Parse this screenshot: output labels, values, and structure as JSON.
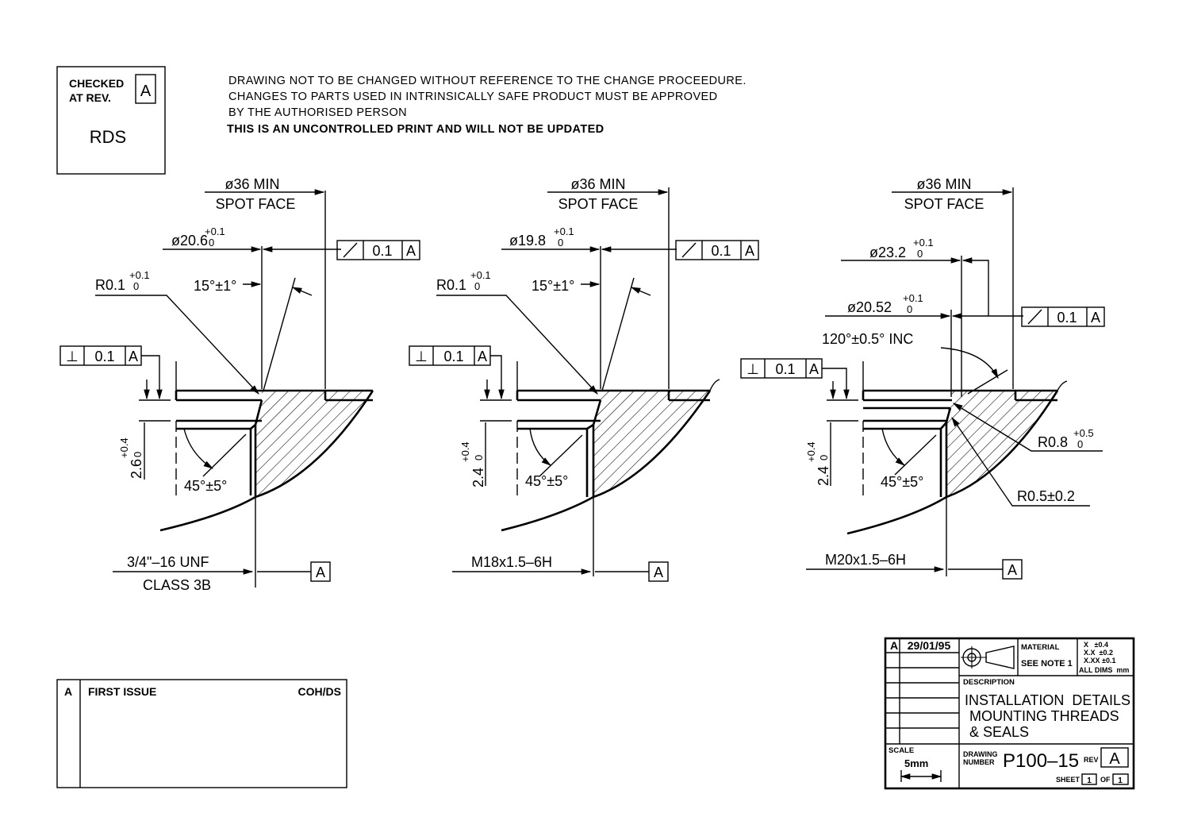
{
  "notes": {
    "line1": "DRAWING NOT TO BE CHANGED WITHOUT REFERENCE TO THE CHANGE PROCEEDURE.",
    "line2": "CHANGES TO PARTS USED IN INTRINSICALLY SAFE PRODUCT MUST BE APPROVED",
    "line3": "BY THE AUTHORISED PERSON",
    "line4": "THIS IS AN UNCONTROLLED PRINT AND WILL NOT BE UPDATED"
  },
  "checked_box": {
    "label_line1": "CHECKED",
    "label_line2": "AT REV.",
    "rev": "A",
    "initials": "RDS"
  },
  "details": [
    {
      "spot_face_dia": "ø36 MIN",
      "spot_face_label": "SPOT FACE",
      "bore_dia": "ø20.6",
      "bore_tol_upper": "+0.1",
      "bore_tol_lower": "0",
      "runout_symbol": "⁄",
      "runout_value": "0.1",
      "runout_datum": "A",
      "radius": "R0.1",
      "radius_tol_upper": "+0.1",
      "radius_tol_lower": "0",
      "angle": "15°±1°",
      "perp_symbol": "⊥",
      "perp_value": "0.1",
      "perp_datum": "A",
      "depth": "2.6",
      "depth_tol_upper": "+0.4",
      "depth_tol_lower": "0",
      "chamfer": "45°±5°",
      "thread_line1": "3/4\"–16 UNF",
      "thread_line2": "CLASS 3B",
      "datum": "A"
    },
    {
      "spot_face_dia": "ø36 MIN",
      "spot_face_label": "SPOT FACE",
      "bore_dia": "ø19.8",
      "bore_tol_upper": "+0.1",
      "bore_tol_lower": "0",
      "runout_symbol": "⁄",
      "runout_value": "0.1",
      "runout_datum": "A",
      "radius": "R0.1",
      "radius_tol_upper": "+0.1",
      "radius_tol_lower": "0",
      "angle": "15°±1°",
      "perp_symbol": "⊥",
      "perp_value": "0.1",
      "perp_datum": "A",
      "depth": "2.4",
      "depth_tol_upper": "+0.4",
      "depth_tol_lower": "0",
      "chamfer": "45°±5°",
      "thread_line1": "M18x1.5–6H",
      "datum": "A"
    },
    {
      "spot_face_dia": "ø36 MIN",
      "spot_face_label": "SPOT FACE",
      "outer_dia": "ø23.2",
      "outer_tol_upper": "+0.1",
      "outer_tol_lower": "0",
      "bore_dia": "ø20.52",
      "bore_tol_upper": "+0.1",
      "bore_tol_lower": "0",
      "runout_symbol": "⁄",
      "runout_value": "0.1",
      "runout_datum": "A",
      "included_angle": "120°±0.5° INC",
      "perp_symbol": "⊥",
      "perp_value": "0.1",
      "perp_datum": "A",
      "depth": "2.4",
      "depth_tol_upper": "+0.4",
      "depth_tol_lower": "0",
      "chamfer": "45°±5°",
      "radius_large": "R0.8",
      "radius_large_tol_upper": "+0.5",
      "radius_large_tol_lower": "0",
      "radius_small": "R0.5±0.2",
      "thread_line1": "M20x1.5–6H",
      "datum": "A"
    }
  ],
  "revision_table": {
    "rev": "A",
    "description": "FIRST ISSUE",
    "by": "COH/DS"
  },
  "title_block": {
    "rev_letter": "A",
    "rev_date": "29/01/95",
    "material_label": "MATERIAL",
    "material_value": "SEE NOTE 1",
    "tolerances": [
      "X   ±0.4",
      "X.X  ±0.2",
      "X.XX ±0.1",
      "ALL DIMS  mm"
    ],
    "description_label": "DESCRIPTION",
    "description_lines": [
      "INSTALLATION  DETAILS",
      "MOUNTING THREADS",
      "& SEALS"
    ],
    "scale_label": "SCALE",
    "scale_value": "5mm",
    "drawing_number_label_1": "DRAWING",
    "drawing_number_label_2": "NUMBER",
    "drawing_number": "P100–15",
    "rev_label": "REV",
    "rev_value": "A",
    "sheet_label": "SHEET",
    "sheet_number": "1",
    "of_label": "OF",
    "sheet_total": "1"
  }
}
